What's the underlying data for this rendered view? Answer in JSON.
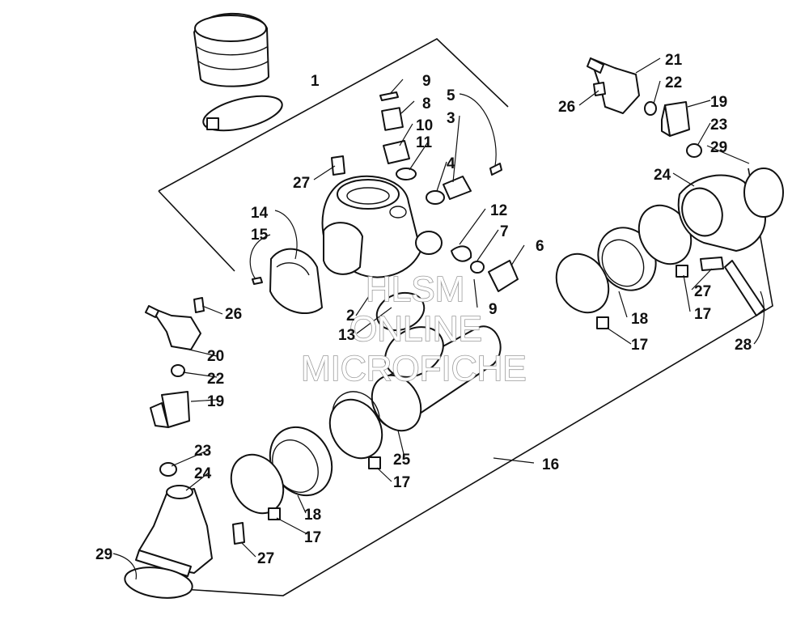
{
  "watermark": {
    "line1": "HLSM",
    "line2": "ONLINE",
    "line3": "MICROFICHE"
  },
  "callouts": {
    "c1": "1",
    "c2": "2",
    "c3": "3",
    "c4": "4",
    "c5": "5",
    "c6": "6",
    "c7": "7",
    "c8": "8",
    "c9a": "9",
    "c9b": "9",
    "c10": "10",
    "c11": "11",
    "c12": "12",
    "c13": "13",
    "c14": "14",
    "c15": "15",
    "c16": "16",
    "c17a": "17",
    "c17b": "17",
    "c17c": "17",
    "c17d": "17",
    "c18a": "18",
    "c18b": "18",
    "c19a": "19",
    "c19b": "19",
    "c20": "20",
    "c21": "21",
    "c22a": "22",
    "c22b": "22",
    "c23a": "23",
    "c23b": "23",
    "c24a": "24",
    "c24b": "24",
    "c25": "25",
    "c26a": "26",
    "c26b": "26",
    "c27a": "27",
    "c27b": "27",
    "c27c": "27",
    "c28": "28",
    "c29a": "29",
    "c29b": "29"
  }
}
